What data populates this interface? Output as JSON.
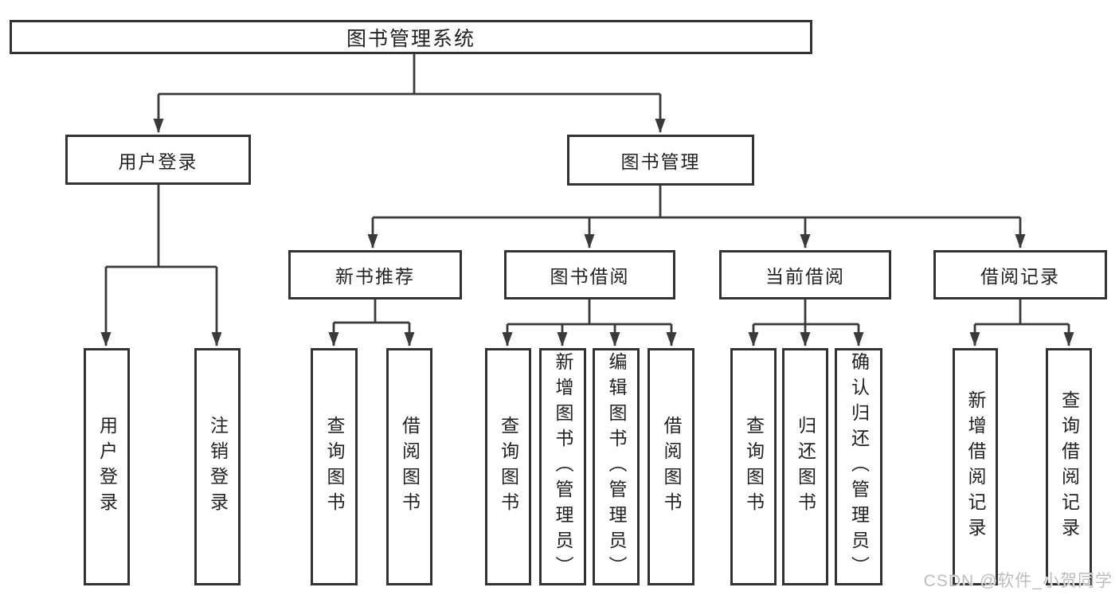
{
  "tree": {
    "label": "图书管理系统",
    "children": [
      {
        "label": "用户登录",
        "children": [
          {
            "label": "用户登录"
          },
          {
            "label": "注销登录"
          }
        ]
      },
      {
        "label": "图书管理",
        "children": [
          {
            "label": "新书推荐",
            "children": [
              {
                "label": "查询图书"
              },
              {
                "label": "借阅图书"
              }
            ]
          },
          {
            "label": "图书借阅",
            "children": [
              {
                "label": "查询图书"
              },
              {
                "label": "新增图书（管理员）"
              },
              {
                "label": "编辑图书（管理员）"
              },
              {
                "label": "借阅图书"
              }
            ]
          },
          {
            "label": "当前借阅",
            "children": [
              {
                "label": "查询图书"
              },
              {
                "label": "归还图书"
              },
              {
                "label": "确认归还（管理员）"
              }
            ]
          },
          {
            "label": "借阅记录",
            "children": [
              {
                "label": "新增借阅记录"
              },
              {
                "label": "查询借阅记录"
              }
            ]
          }
        ]
      }
    ]
  },
  "watermark": {
    "text": "CSDN @软件_小贺同学"
  },
  "colors": {
    "line": "#3a3a3a",
    "box_border": "#333333",
    "text": "#222222",
    "background": "#ffffff",
    "watermark": "#bdbdbd"
  }
}
